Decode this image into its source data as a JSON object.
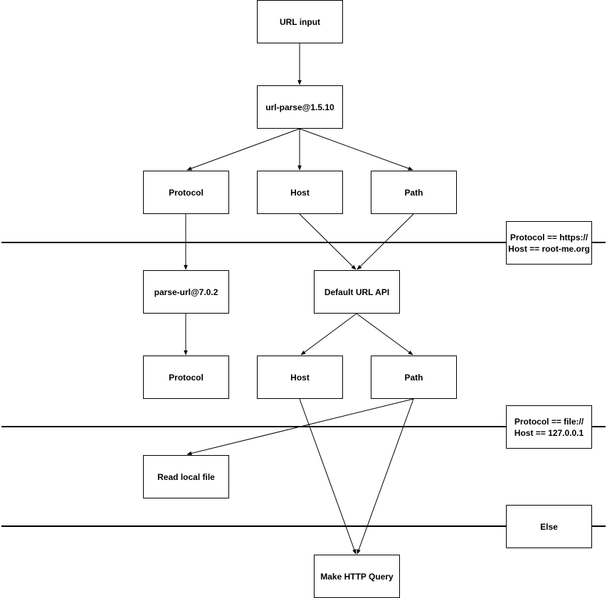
{
  "nodes": {
    "url_input": "URL input",
    "url_parse": "url-parse@1.5.10",
    "protocol_1": "Protocol",
    "host_1": "Host",
    "path_1": "Path",
    "parse_url": "parse-url@7.0.2",
    "default_url_api": "Default URL API",
    "protocol_2": "Protocol",
    "host_2": "Host",
    "path_2": "Path",
    "read_local_file": "Read local file",
    "make_http_query": "Make HTTP Query"
  },
  "conditions": {
    "condition_1": [
      "Protocol == https://",
      "Host == root-me.org"
    ],
    "condition_2": [
      "Protocol == file://",
      "Host == 127.0.0.1"
    ],
    "condition_3": [
      "Else"
    ]
  },
  "colors": {
    "stroke": "#000000",
    "fill": "#ffffff"
  }
}
